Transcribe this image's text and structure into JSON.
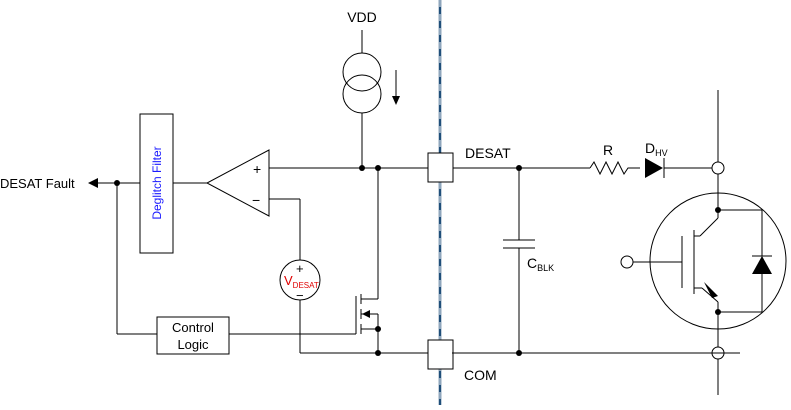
{
  "labels": {
    "vdd": "VDD",
    "desat_pin": "DESAT",
    "com_pin": "COM",
    "desat_fault": "DESAT Fault",
    "deglitch_filter": "Deglitch Filter",
    "control_logic_line1": "Control",
    "control_logic_line2": "Logic",
    "comparator_plus": "+",
    "comparator_minus": "−",
    "vdesat_main": "V",
    "vdesat_sub": "DESAT",
    "vdesat_plus": "+",
    "vdesat_minus": "−",
    "resistor": "R",
    "diode_main": "D",
    "diode_sub": "HV",
    "cap_main": "C",
    "cap_sub": "BLK"
  },
  "colors": {
    "wire": "#000000",
    "divider": "#1f4e79",
    "deglitch_text": "#1a1aff",
    "vdesat_text": "#e00000"
  }
}
